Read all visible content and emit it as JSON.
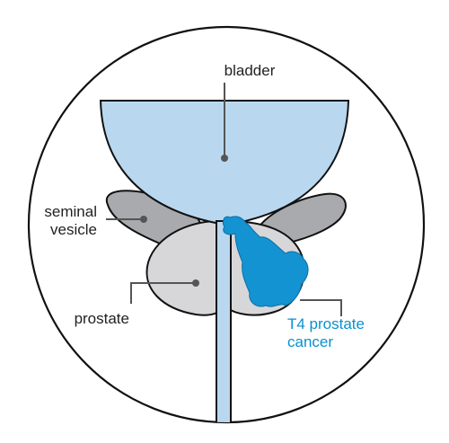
{
  "labels": {
    "bladder": "bladder",
    "seminal_vesicle_line1": "seminal",
    "seminal_vesicle_line2": "vesicle",
    "prostate": "prostate",
    "cancer_line1": "T4 prostate",
    "cancer_line2": "cancer"
  },
  "colors": {
    "bladder_fill": "#b9d8f0",
    "tissue_fill": "#d7d7d9",
    "vesicle_fill": "#a9aaad",
    "cancer_fill": "#1493d2",
    "outline": "#111111",
    "label_text": "#222222",
    "cancer_text": "#0a90d0",
    "background": "#ffffff"
  }
}
